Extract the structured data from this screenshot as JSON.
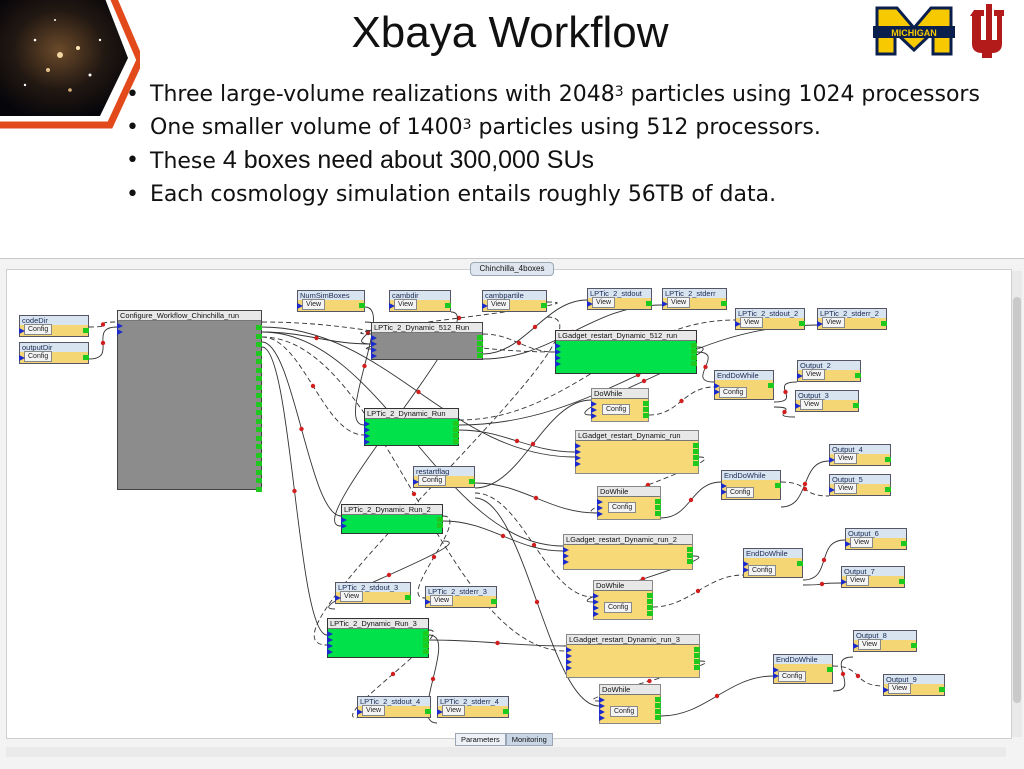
{
  "slide": {
    "title": "Xbaya Workflow",
    "bullets": [
      {
        "pre": "Three large-volume realizations with 2048",
        "sup": "3",
        "post": " particles using 1024 processors"
      },
      {
        "pre": "One smaller volume of 1400",
        "sup": "3",
        "post": " particles using 512 processors."
      },
      {
        "pre": "These ",
        "large": "4 boxes need about 300,000 SUs",
        "post": ""
      },
      {
        "pre": "Each cosmology simulation entails roughly 56TB of data.",
        "sup": "",
        "post": ""
      }
    ],
    "logo_michigan_text": "MICHIGAN",
    "bullet_glyph": "•"
  },
  "workflow": {
    "window_tab": "Chinchilla_4boxes",
    "bottom_tabs": [
      "Parameters",
      "Monitoring"
    ],
    "selected_bottom_tab": "Monitoring",
    "colors": {
      "running": "#00e14a",
      "waiting": "#f7d977",
      "idle": "#8c8c8c",
      "wire": "#333333",
      "port_dot": "#d21e1e"
    },
    "nodes": [
      {
        "id": "codeDir",
        "title": "codeDir",
        "button": "Config",
        "kind": "small"
      },
      {
        "id": "outputDir",
        "title": "outputDir",
        "button": "Config",
        "kind": "small"
      },
      {
        "id": "configure",
        "title": "Configure_Workflow_Chinchilla_run",
        "kind": "gray"
      },
      {
        "id": "numSims",
        "title": "NumSimBoxes",
        "button": "View",
        "kind": "small"
      },
      {
        "id": "cambdir",
        "title": "cambdir",
        "button": "View",
        "kind": "small"
      },
      {
        "id": "cambpartile",
        "title": "cambpartile",
        "button": "View",
        "kind": "small"
      },
      {
        "id": "lp_stdout",
        "title": "LPTic_2_stdout",
        "button": "View",
        "kind": "small"
      },
      {
        "id": "lp_stderr",
        "title": "LPTic_2_stderr",
        "button": "View",
        "kind": "small"
      },
      {
        "id": "lp_stdout2",
        "title": "LPTic_2_stdout_2",
        "button": "View",
        "kind": "small"
      },
      {
        "id": "lp_stderr2",
        "title": "LPTic_2_stderr_2",
        "button": "View",
        "kind": "small"
      },
      {
        "id": "lp512",
        "title": "LPTic_2_Dynamic_512_Run",
        "kind": "gray"
      },
      {
        "id": "lg512",
        "title": "LGadget_restart_Dynamic_512_run",
        "kind": "green"
      },
      {
        "id": "endwhile1",
        "title": "EndDoWhile",
        "button": "Config",
        "kind": "small"
      },
      {
        "id": "dowhile1",
        "title": "DoWhile",
        "button": "Config",
        "kind": "yellow"
      },
      {
        "id": "out2",
        "title": "Output_2",
        "button": "View",
        "kind": "small"
      },
      {
        "id": "out3",
        "title": "Output_3",
        "button": "View",
        "kind": "small"
      },
      {
        "id": "lprun",
        "title": "LPTic_2_Dynamic_Run",
        "kind": "green"
      },
      {
        "id": "lgrun",
        "title": "LGadget_restart_Dynamic_run",
        "kind": "yellow"
      },
      {
        "id": "restartflag",
        "title": "restartflag",
        "button": "Config",
        "kind": "small"
      },
      {
        "id": "dowhile2",
        "title": "DoWhile",
        "button": "Config",
        "kind": "yellow"
      },
      {
        "id": "endwhile2",
        "title": "EndDoWhile",
        "button": "Config",
        "kind": "small"
      },
      {
        "id": "out4",
        "title": "Output_4",
        "button": "View",
        "kind": "small"
      },
      {
        "id": "out5",
        "title": "Output_5",
        "button": "View",
        "kind": "small"
      },
      {
        "id": "lprun2",
        "title": "LPTic_2_Dynamic_Run_2",
        "kind": "green"
      },
      {
        "id": "lgrun2",
        "title": "LGadget_restart_Dynamic_run_2",
        "kind": "yellow"
      },
      {
        "id": "endwhile3",
        "title": "EndDoWhile",
        "button": "Config",
        "kind": "small"
      },
      {
        "id": "out6",
        "title": "Output_6",
        "button": "View",
        "kind": "small"
      },
      {
        "id": "out7",
        "title": "Output_7",
        "button": "View",
        "kind": "small"
      },
      {
        "id": "lp_stdout3",
        "title": "LPTic_2_stdout_3",
        "button": "View",
        "kind": "small"
      },
      {
        "id": "lp_stderr3",
        "title": "LPTic_2_stderr_3",
        "button": "View",
        "kind": "small"
      },
      {
        "id": "dowhile3",
        "title": "DoWhile",
        "button": "Config",
        "kind": "yellow"
      },
      {
        "id": "lprun3",
        "title": "LPTic_2_Dynamic_Run_3",
        "kind": "green"
      },
      {
        "id": "lgrun3",
        "title": "LGadget_restart_Dynamic_run_3",
        "kind": "yellow"
      },
      {
        "id": "endwhile4",
        "title": "EndDoWhile",
        "button": "Config",
        "kind": "small"
      },
      {
        "id": "out8",
        "title": "Output_8",
        "button": "View",
        "kind": "small"
      },
      {
        "id": "out9",
        "title": "Output_9",
        "button": "View",
        "kind": "small"
      },
      {
        "id": "dowhile4",
        "title": "DoWhile",
        "button": "Config",
        "kind": "yellow"
      },
      {
        "id": "lp_stdout4",
        "title": "LPTic_2_stdout_4",
        "button": "View",
        "kind": "small"
      },
      {
        "id": "lp_stderr4",
        "title": "LPTic_2_stderr_4",
        "button": "View",
        "kind": "small"
      }
    ]
  }
}
